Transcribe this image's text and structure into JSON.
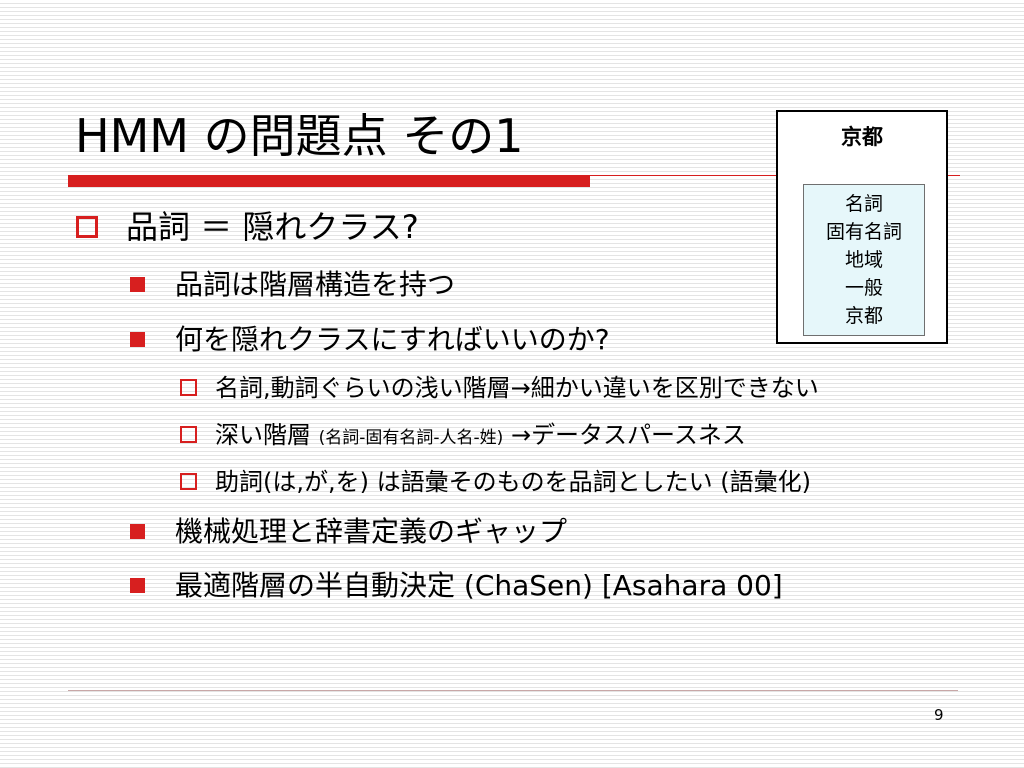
{
  "slide": {
    "title": "HMM の問題点 その1",
    "page_number": "9",
    "accent_color": "#d71f1f"
  },
  "bullets": [
    {
      "level": 1,
      "text": "品詞 ＝ 隠れクラス?"
    },
    {
      "level": 2,
      "text": "品詞は階層構造を持つ"
    },
    {
      "level": 2,
      "text": "何を隠れクラスにすればいいのか?"
    },
    {
      "level": 3,
      "text": "名詞,動詞ぐらいの浅い階層→細かい違いを区別できない"
    },
    {
      "level": 3,
      "text_main": "深い階層",
      "text_note": "(名詞-固有名詞-人名-姓)",
      "text_tail": "→データスパースネス"
    },
    {
      "level": 3,
      "text": "助詞(は,が,を) は語彙そのものを品詞としたい (語彙化)"
    },
    {
      "level": 2,
      "text": "機械処理と辞書定義のギャップ"
    },
    {
      "level": 2,
      "text": "最適階層の半自動決定 (ChaSen) [Asahara 00]"
    }
  ],
  "kyoto_box": {
    "header": "京都",
    "pos_hierarchy": [
      "名詞",
      "固有名詞",
      "地域",
      "一般",
      "京都"
    ],
    "inner_bg_color": "#e6f7fa"
  }
}
